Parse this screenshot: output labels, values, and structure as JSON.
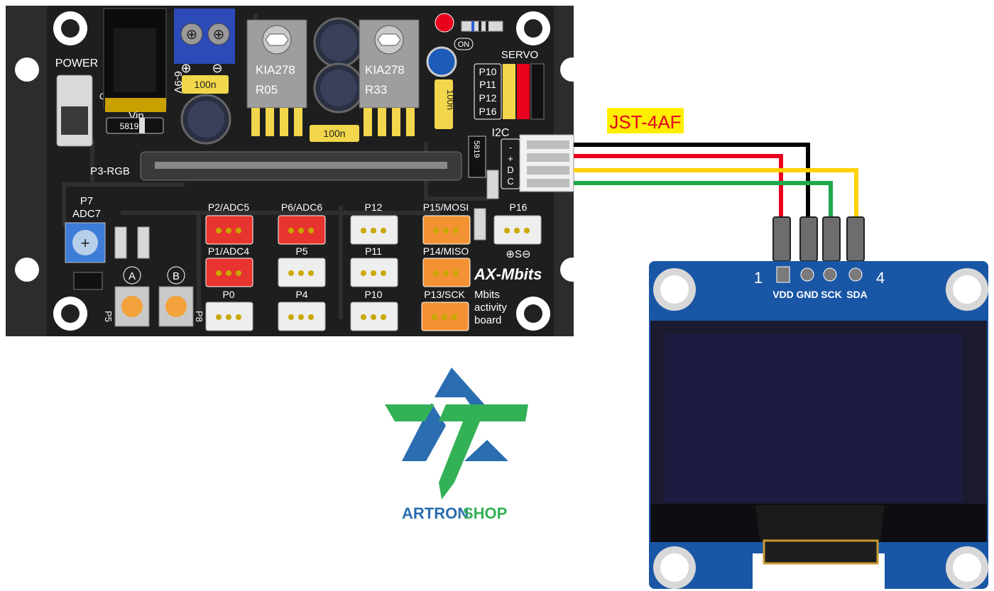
{
  "board": {
    "power_label": "POWER",
    "on_label": "ON",
    "vin_label": "Vin",
    "voltage_label": "6-9V",
    "diode_label": "5819",
    "diode2_label": "5819",
    "cap_label_1": "100n",
    "cap_label_2": "100n",
    "cap_label_3": "100n",
    "reg1_line1": "KIA278",
    "reg1_line2": "R05",
    "reg2_line1": "KIA278",
    "reg2_line2": "R33",
    "led_on_label": "ON",
    "servo_label": "SERVO",
    "servo_pins": [
      "P10",
      "P11",
      "P12",
      "P16"
    ],
    "i2c_label": "I2C",
    "i2c_pins": [
      "-",
      "+",
      "D",
      "C"
    ],
    "p3_label": "P3-RGB",
    "p7_label": "P7",
    "adc7_label": "ADC7",
    "btn_a": "A",
    "btn_b": "B",
    "btn_a_pin": "P5",
    "btn_b_pin": "P8",
    "connectors": {
      "p2": "P2/ADC5",
      "p6": "P6/ADC6",
      "p12": "P12",
      "p15": "P15/MOSI",
      "p16": "P16",
      "p1": "P1/ADC4",
      "p5": "P5",
      "p11": "P11",
      "p14": "P14/MISO",
      "p0": "P0",
      "p4": "P4",
      "p10": "P10",
      "p13": "P13/SCK"
    },
    "p16_polarity": "⊕S⊖",
    "brand_title": "AX-Mbits",
    "brand_sub1": "Mbits",
    "brand_sub2": "activity",
    "brand_sub3": "board"
  },
  "jst_label": "JST-4AF",
  "oled": {
    "pin_start": "1",
    "pin_end": "4",
    "pins": [
      "VDD",
      "GND",
      "SCK",
      "SDA"
    ]
  },
  "logo": {
    "text_part1": "ARTRON",
    "text_part2": "SHOP"
  },
  "colors": {
    "pcb": "#212121",
    "wire_red": "#e8001c",
    "wire_black": "#000000",
    "wire_yellow": "#ffd200",
    "wire_green": "#1ea84a",
    "oled_blue": "#1a56a6",
    "logo_blue": "#2a6db0",
    "logo_green": "#33b157",
    "jst_text": "#e8001c",
    "jst_bg": "#ffee00"
  }
}
